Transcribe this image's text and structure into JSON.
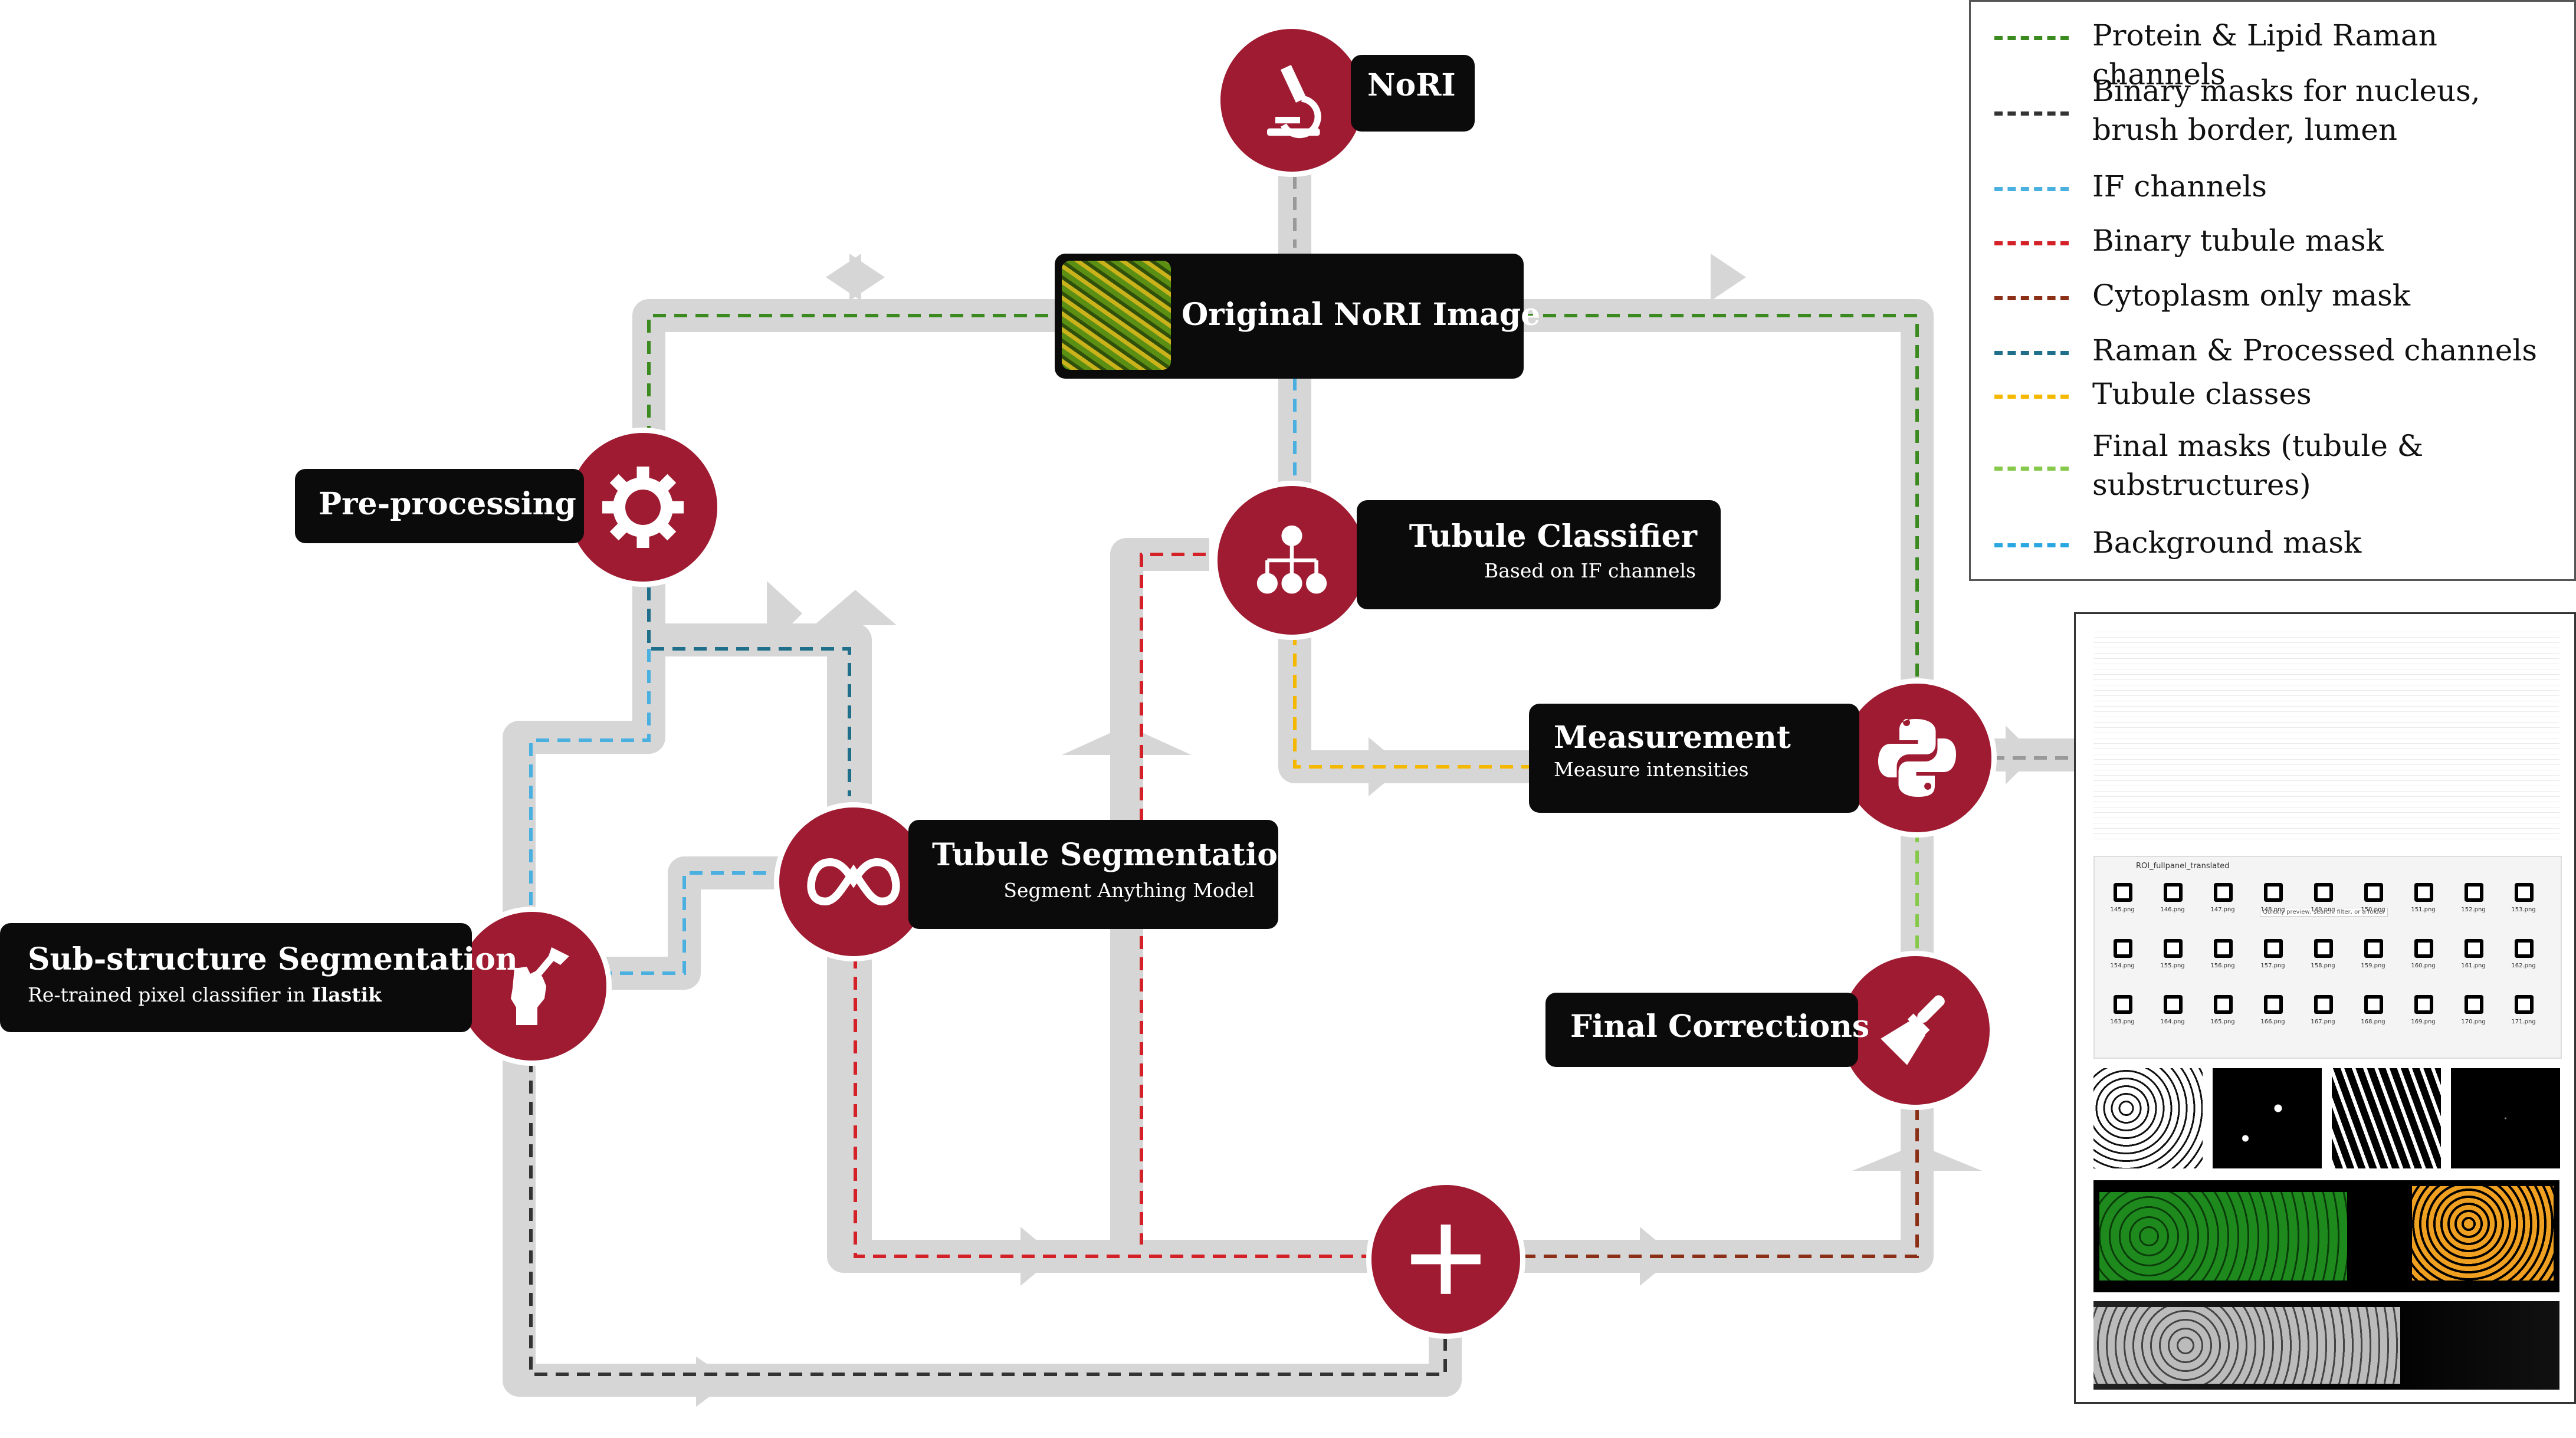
{
  "nodes": {
    "nori": {
      "title": "NoRI",
      "icon": "microscope-icon"
    },
    "original": {
      "title": "Original NoRI Image"
    },
    "preprocessing": {
      "title": "Pre-processing",
      "icon": "gear-icon"
    },
    "tubule_classifier": {
      "title": "Tubule Classifier",
      "subtitle": "Based on IF channels",
      "icon": "hierarchy-icon"
    },
    "measurement": {
      "title": "Measurement",
      "subtitle": "Measure intensities",
      "icon": "python-icon"
    },
    "tubule_segmentation": {
      "title": "Tubule Segmentation",
      "subtitle": "Segment Anything Model",
      "icon": "meta-infinity-icon"
    },
    "substructure": {
      "title": "Sub-structure Segmentation",
      "subtitle_prefix": "Re-trained pixel classifier in ",
      "subtitle_bold": "Ilastik",
      "icon": "raised-fist-brush-icon"
    },
    "final_corrections": {
      "title": "Final Corrections",
      "icon": "paintbrush-icon"
    },
    "combine": {
      "icon": "plus-icon"
    }
  },
  "legend": [
    {
      "label": "Protein & Lipid Raman channels",
      "color": "#3a8a1f"
    },
    {
      "label": "Binary masks for nucleus,",
      "label2": "brush border, lumen",
      "color": "#333333"
    },
    {
      "label": "IF channels",
      "color": "#4ab0e0"
    },
    {
      "label": "Binary tubule mask",
      "color": "#d42027"
    },
    {
      "label": "Cytoplasm only mask",
      "color": "#8b2f17"
    },
    {
      "label": "Raman & Processed channels",
      "color": "#1f6f8b"
    },
    {
      "label": "Tubule classes",
      "color": "#f5b800"
    },
    {
      "label": "Final masks (tubule &",
      "label2": "substructures)",
      "color": "#86c94a"
    },
    {
      "label": "Background mask",
      "color": "#2aa6e0"
    }
  ],
  "colors": {
    "node": "#9f1b32",
    "track": "#d6d6d6",
    "label_bg": "#0b0b0b"
  },
  "results": {
    "folder_title": "ROI_fullpanel_translated",
    "tooltip": "Quickly preview, search, filter, or a folder",
    "thumbnails_row1": [
      "145.png",
      "146.png",
      "147.png",
      "148.png",
      "149.png",
      "150.png",
      "151.png",
      "152.png",
      "153.png"
    ],
    "thumbnails_row2": [
      "154.png",
      "155.png",
      "156.png",
      "157.png",
      "158.png",
      "159.png",
      "160.png",
      "161.png",
      "162.png"
    ],
    "thumbnails_row3": [
      "163.png",
      "164.png",
      "165.png",
      "166.png",
      "167.png",
      "168.png",
      "169.png",
      "170.png",
      "171.png"
    ]
  }
}
